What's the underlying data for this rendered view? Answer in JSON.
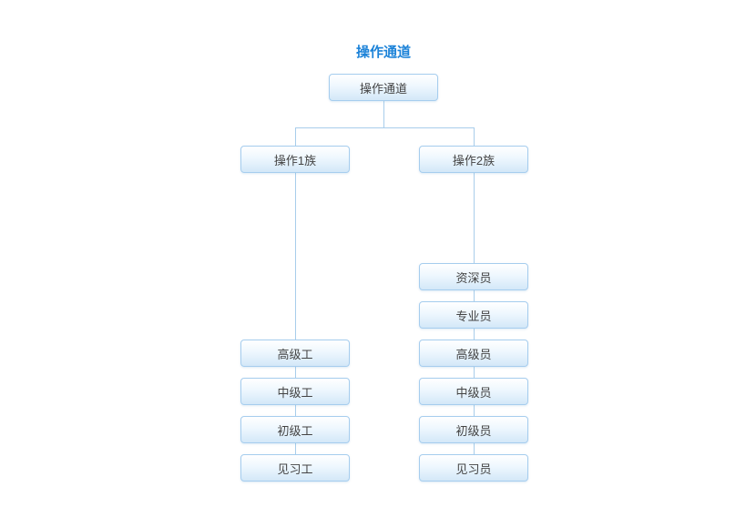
{
  "title": "操作通道",
  "tree": {
    "root": {
      "label": "操作通道"
    },
    "branches": [
      {
        "label": "操作1族",
        "children": [
          {
            "label": "高级工"
          },
          {
            "label": "中级工"
          },
          {
            "label": "初级工"
          },
          {
            "label": "见习工"
          }
        ]
      },
      {
        "label": "操作2族",
        "children": [
          {
            "label": "资深员"
          },
          {
            "label": "专业员"
          },
          {
            "label": "高级员"
          },
          {
            "label": "中级员"
          },
          {
            "label": "初级员"
          },
          {
            "label": "见习员"
          }
        ]
      }
    ]
  },
  "colors": {
    "title_text": "#1b82d8",
    "node_border": "#a6cdee",
    "node_gradient_top": "#ffffff",
    "node_gradient_bottom": "#d3e8f8",
    "connector_line": "#a8cdeb",
    "node_text": "#444444"
  }
}
